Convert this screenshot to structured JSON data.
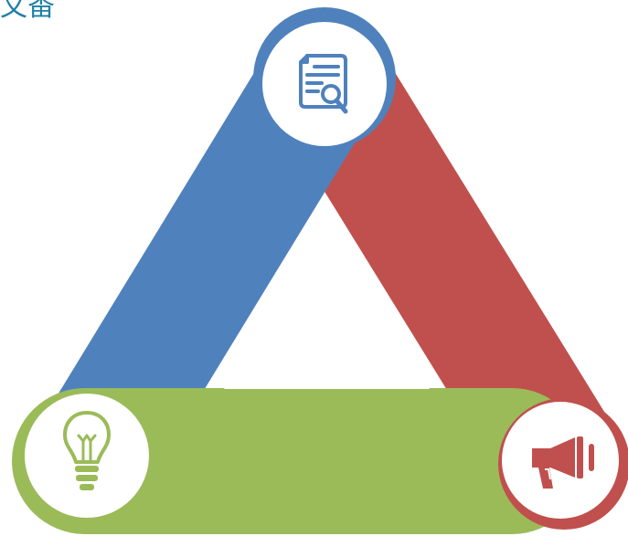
{
  "corner_title": "文畨",
  "colors": {
    "blue": "#4f81bd",
    "red": "#c0504d",
    "green": "#9bbb59",
    "white": "#ffffff",
    "title": "#1f7fa6"
  },
  "nodes": [
    {
      "id": "top",
      "icon": "document-search-icon",
      "color": "blue"
    },
    {
      "id": "bottom-left",
      "icon": "lightbulb-icon",
      "color": "green"
    },
    {
      "id": "bottom-right",
      "icon": "megaphone-icon",
      "color": "red"
    }
  ],
  "segments": [
    {
      "from": "top",
      "to": "bottom-right",
      "color": "red"
    },
    {
      "from": "top",
      "to": "bottom-left",
      "color": "blue"
    },
    {
      "from": "bottom-left",
      "to": "bottom-right",
      "color": "green"
    }
  ]
}
